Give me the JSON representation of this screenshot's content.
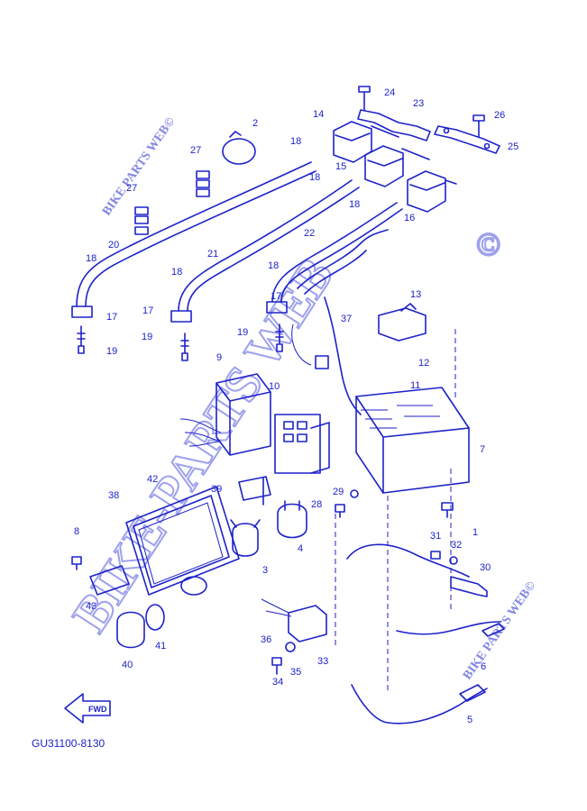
{
  "diagram_code": "GU31100-8130",
  "direction_label": "FWD",
  "watermarks": {
    "main": "BIKE-PARTS WEB",
    "registered_mark": "©",
    "small": "BIKE PARTS WEB©"
  },
  "callouts": [
    "1",
    "2",
    "3",
    "4",
    "5",
    "6",
    "7",
    "8",
    "9",
    "10",
    "11",
    "12",
    "13",
    "14",
    "15",
    "16",
    "17",
    "18",
    "19",
    "20",
    "21",
    "22",
    "23",
    "24",
    "25",
    "26",
    "27",
    "28",
    "29",
    "30",
    "31",
    "32",
    "33",
    "34",
    "35",
    "36",
    "37",
    "38",
    "39",
    "40",
    "41",
    "42",
    "43"
  ],
  "colors": {
    "ink": "#1d22c8",
    "watermark": "#7d82e6"
  }
}
